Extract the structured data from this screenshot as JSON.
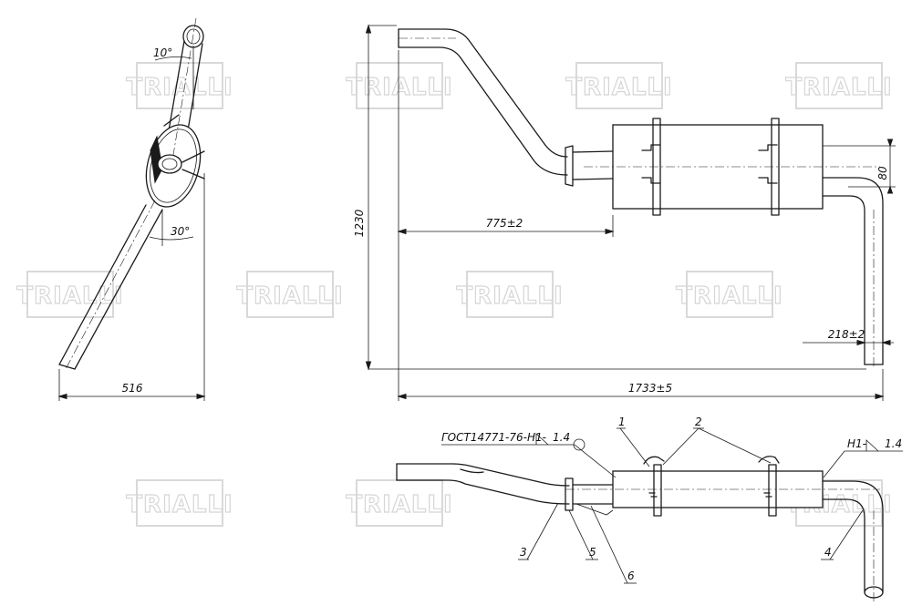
{
  "watermark": {
    "text": "TRIALLI"
  },
  "dimensions": {
    "angle_top": "10°",
    "angle_bottom": "30°",
    "width_side": "516",
    "height_total": "1230",
    "length_to_clamp": "775±2",
    "muffler_height": "80",
    "tail_offset": "218±2",
    "total_length": "1733±5"
  },
  "callouts": {
    "weld_note_left": "ГОСТ14771-76-Н1-",
    "weld_size_left": "1.4",
    "weld_note_right": "Н1-",
    "weld_size_right": "1.4",
    "labels": [
      "1",
      "2",
      "3",
      "4",
      "5",
      "6"
    ]
  }
}
